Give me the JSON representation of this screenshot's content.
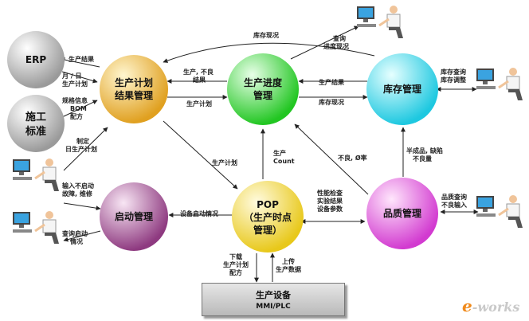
{
  "nodes": {
    "erp": "ERP",
    "standard": [
      "施工",
      "标准"
    ],
    "plan": [
      "生产计划",
      "结果管理"
    ],
    "progress": [
      "生产进度",
      "管理"
    ],
    "inventory": "库存管理",
    "startup": "启动管理",
    "pop": [
      "POP",
      "（生产时点",
      "管理）"
    ],
    "quality": "品质管理",
    "device": [
      "生产设备",
      "MMI/PLC"
    ]
  },
  "edges": {
    "prod_result_erp": "生产结果",
    "monthly_plan": [
      "月 / 日",
      "生产计划"
    ],
    "spec_info": [
      "规格信息",
      "BOM",
      "配方"
    ],
    "daily_plan_make": [
      "制定",
      "日生产计划"
    ],
    "result_defect": [
      "生产, 不良",
      "结果"
    ],
    "prod_plan_mid": "生产计划",
    "inventory_status_top": "库存现况",
    "query_progress": [
      "查询",
      "进度现况"
    ],
    "prod_result_right": "生产结果",
    "inventory_status_mid": "库存现况",
    "inventory_query": [
      "库存查询",
      "库存调整"
    ],
    "prod_plan_diag": "生产计划",
    "prod_count": [
      "生产",
      "Count"
    ],
    "defect_rate": "不良, Ø率",
    "semi_defect": [
      "半成品, 缺陷",
      "不良量"
    ],
    "fault_input": [
      "输入不启动",
      "故障, 维修"
    ],
    "startup_query": [
      "查询启动",
      "情况"
    ],
    "device_startup": "设备启动情况",
    "perf_test": [
      "性能检查",
      "实验结果",
      "设备参数"
    ],
    "quality_query": [
      "品质查询",
      "不良输入"
    ],
    "download": [
      "下载",
      "生产计划",
      "配方"
    ],
    "upload": [
      "上传",
      "生产数据"
    ]
  },
  "watermark": {
    "e": "e",
    "rest": "-works"
  },
  "colors": {
    "erp": "#c8c8c8",
    "standard": "#c8c8c8",
    "plan": "#f2c24a",
    "progress": "#5fe35f",
    "inventory": "#5ee0f0",
    "startup": "#b86aa8",
    "pop": "#f2e04a",
    "quality": "#f06ae8"
  }
}
